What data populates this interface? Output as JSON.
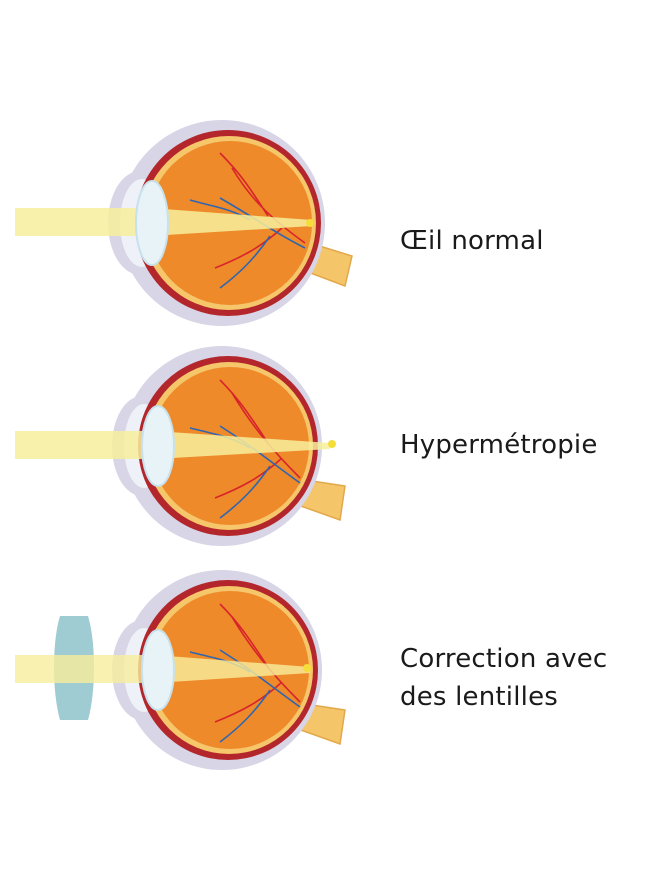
{
  "diagrams": [
    {
      "id": "normal",
      "lines": [
        "Œil normal"
      ],
      "has_lens": false,
      "focus_behind": false
    },
    {
      "id": "hyper",
      "lines": [
        "Hypermétropie"
      ],
      "has_lens": false,
      "focus_behind": true
    },
    {
      "id": "correct",
      "lines": [
        "Correction avec",
        "des lentilles"
      ],
      "has_lens": true,
      "focus_behind": false
    }
  ],
  "colors": {
    "light_beam": "#f7ee9c",
    "focus_point": "#f5dd3a",
    "sclera_outer": "#d7d5e6",
    "eye_wall": "#b3262b",
    "retina_band": "#f5c66a",
    "interior": "#ee8a2a",
    "cornea": "#c7e2ec",
    "crystalline_lens": "#e8f3f8",
    "artery": "#d8242b",
    "vein": "#2e66b0",
    "optic_nerve": "#f5c56a",
    "corrective_lens": "#9fcbd3",
    "label_text": "#1a1a1a"
  }
}
